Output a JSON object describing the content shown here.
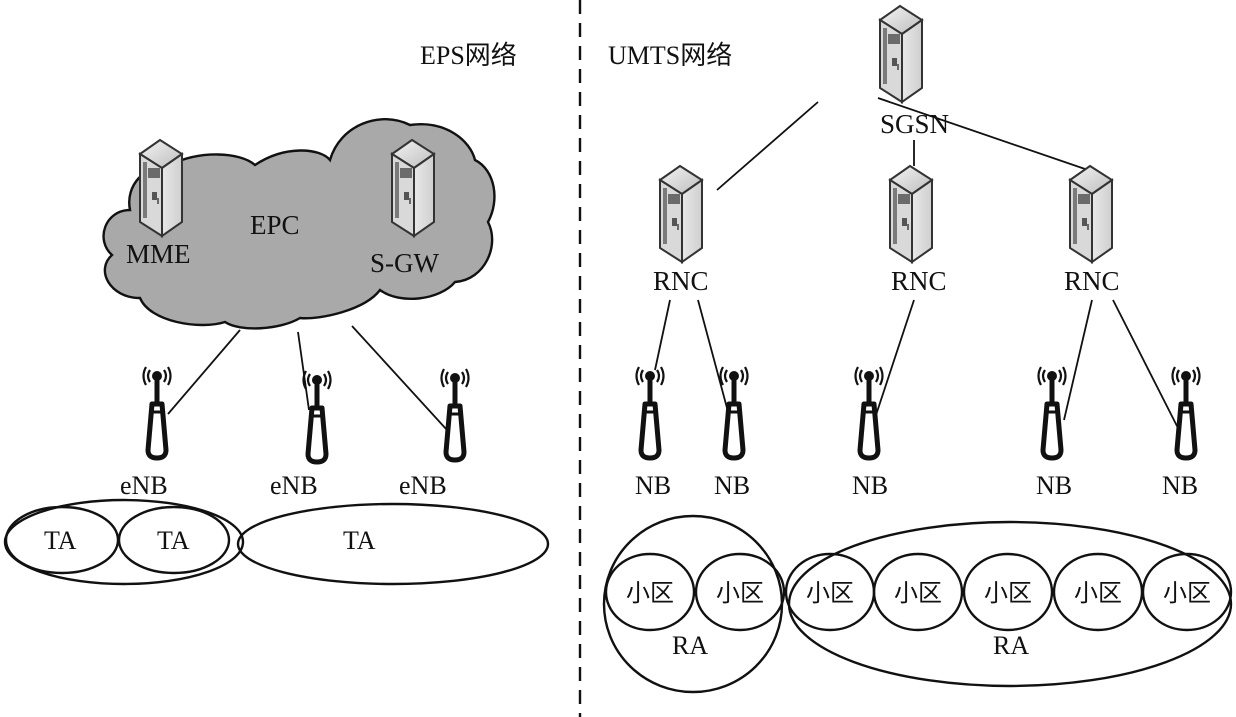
{
  "diagram": {
    "left_panel": {
      "title": "EPS网络",
      "core": {
        "label": "EPC",
        "nodes": [
          {
            "id": "mme",
            "label": "MME",
            "icon": "server-icon"
          },
          {
            "id": "sgw",
            "label": "S-GW",
            "icon": "server-icon"
          }
        ]
      },
      "base_stations": [
        {
          "id": "enb1",
          "label": "eNB",
          "icon": "antenna-icon",
          "connects_to": "EPC"
        },
        {
          "id": "enb2",
          "label": "eNB",
          "icon": "antenna-icon",
          "connects_to": "EPC"
        },
        {
          "id": "enb3",
          "label": "eNB",
          "icon": "antenna-icon",
          "connects_to": "EPC"
        }
      ],
      "tracking_areas": [
        {
          "label": "TA",
          "group": 1
        },
        {
          "label": "TA",
          "group": 1
        },
        {
          "label": "TA",
          "group": 2
        }
      ]
    },
    "right_panel": {
      "title": "UMTS网络",
      "root": {
        "id": "sgsn",
        "label": "SGSN",
        "icon": "server-icon"
      },
      "controllers": [
        {
          "id": "rnc1",
          "label": "RNC",
          "icon": "server-icon",
          "connects_to": "SGSN"
        },
        {
          "id": "rnc2",
          "label": "RNC",
          "icon": "server-icon",
          "connects_to": "SGSN"
        },
        {
          "id": "rnc3",
          "label": "RNC",
          "icon": "server-icon",
          "connects_to": "SGSN"
        }
      ],
      "base_stations": [
        {
          "id": "nb1",
          "label": "NB",
          "icon": "antenna-icon",
          "connects_to": "rnc1"
        },
        {
          "id": "nb2",
          "label": "NB",
          "icon": "antenna-icon",
          "connects_to": "rnc1"
        },
        {
          "id": "nb3",
          "label": "NB",
          "icon": "antenna-icon",
          "connects_to": "rnc2"
        },
        {
          "id": "nb4",
          "label": "NB",
          "icon": "antenna-icon",
          "connects_to": "rnc3"
        },
        {
          "id": "nb5",
          "label": "NB",
          "icon": "antenna-icon",
          "connects_to": "rnc3"
        }
      ],
      "cells": [
        "小区",
        "小区",
        "小区",
        "小区",
        "小区",
        "小区",
        "小区"
      ],
      "routing_areas": [
        {
          "label": "RA",
          "cell_count": 2
        },
        {
          "label": "RA",
          "cell_count": 5
        }
      ]
    },
    "colors": {
      "cloud_fill": "#a9a9a9",
      "stroke": "#111111",
      "background": "#ffffff"
    }
  }
}
